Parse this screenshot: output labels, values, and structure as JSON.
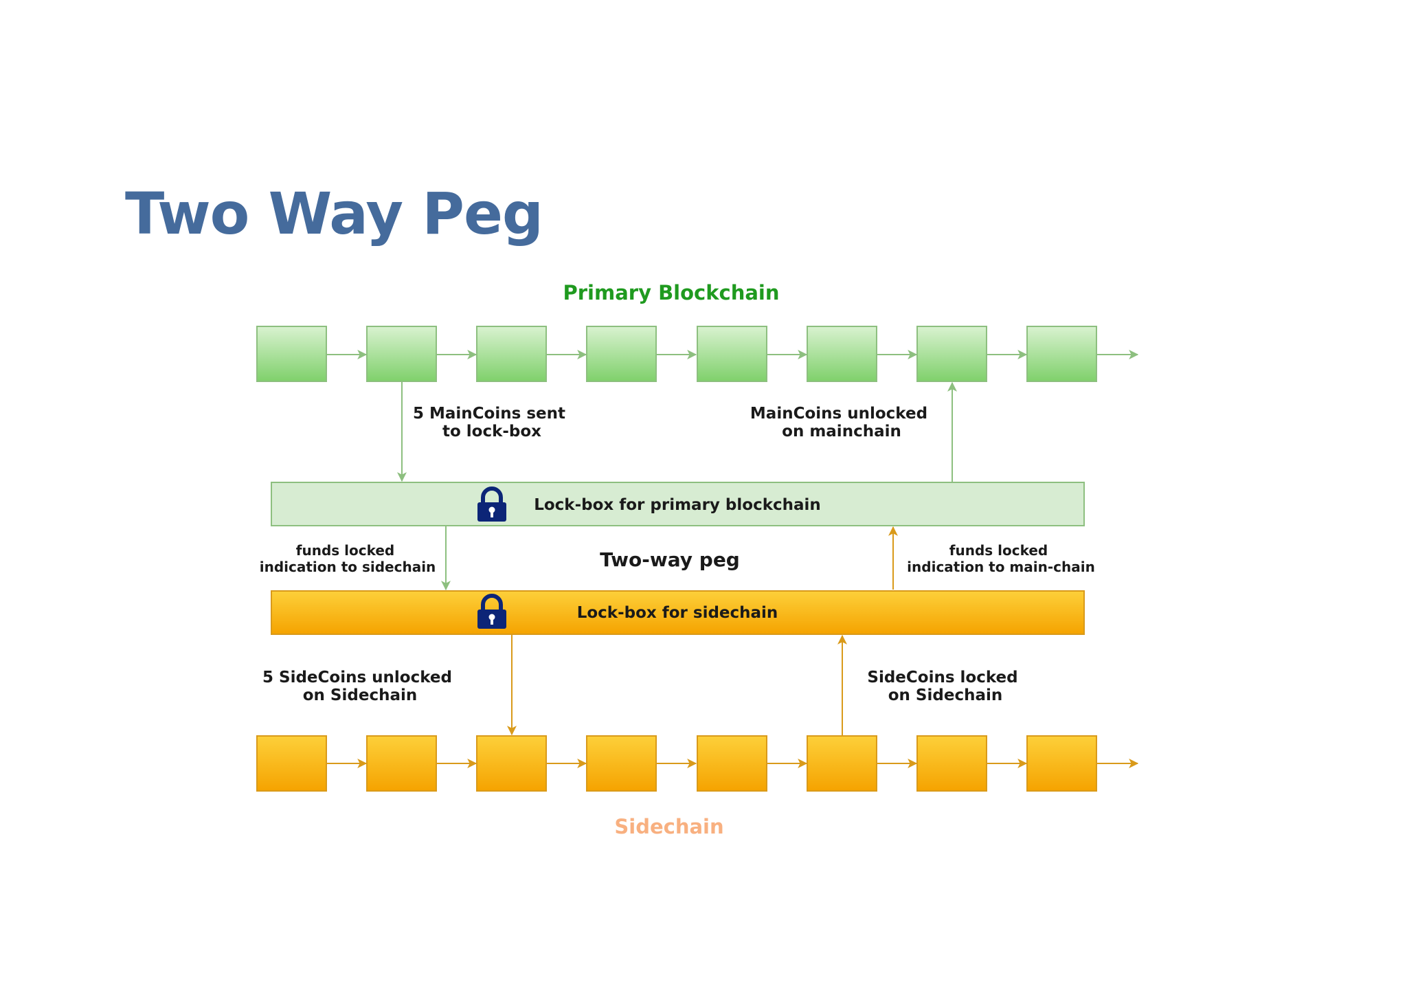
{
  "slide": {
    "title": "Two Way Peg"
  },
  "diagram": {
    "primary_chain_label": "Primary Blockchain",
    "sidechain_label": "Sidechain",
    "peg_label": "Two-way peg",
    "lockbox_primary_label": "Lock-box for primary blockchain",
    "lockbox_sidechain_label": "Lock-box for sidechain",
    "lock_icon": "padlock-icon",
    "annotations": {
      "maincoins_sent": [
        "5 MainCoins sent",
        "to lock-box"
      ],
      "maincoins_unlocked": [
        "MainCoins unlocked",
        "on mainchain"
      ],
      "funds_locked_to_sidechain": [
        "funds locked",
        "indication to sidechain"
      ],
      "funds_locked_to_mainchain": [
        "funds locked",
        "indication to main-chain"
      ],
      "sidecoins_unlocked": [
        "5 SideCoins unlocked",
        "on Sidechain"
      ],
      "sidecoins_locked": [
        "SideCoins locked",
        "on Sidechain"
      ]
    },
    "primary_block_count": 8,
    "sidechain_block_count": 8,
    "colors": {
      "title": "#456b9c",
      "primary_label": "#1f9a1f",
      "sidechain_label": "#f8b080",
      "primary_block_top": "#d9f2d0",
      "primary_block_bottom": "#7fd06b",
      "primary_stroke": "#8dbf7f",
      "lockbox_primary_fill": "#d7ecd2",
      "side_block_top": "#fdd03a",
      "side_block_bottom": "#f5a300",
      "side_stroke": "#d99a1a",
      "lock_icon": "#0c2577"
    }
  }
}
